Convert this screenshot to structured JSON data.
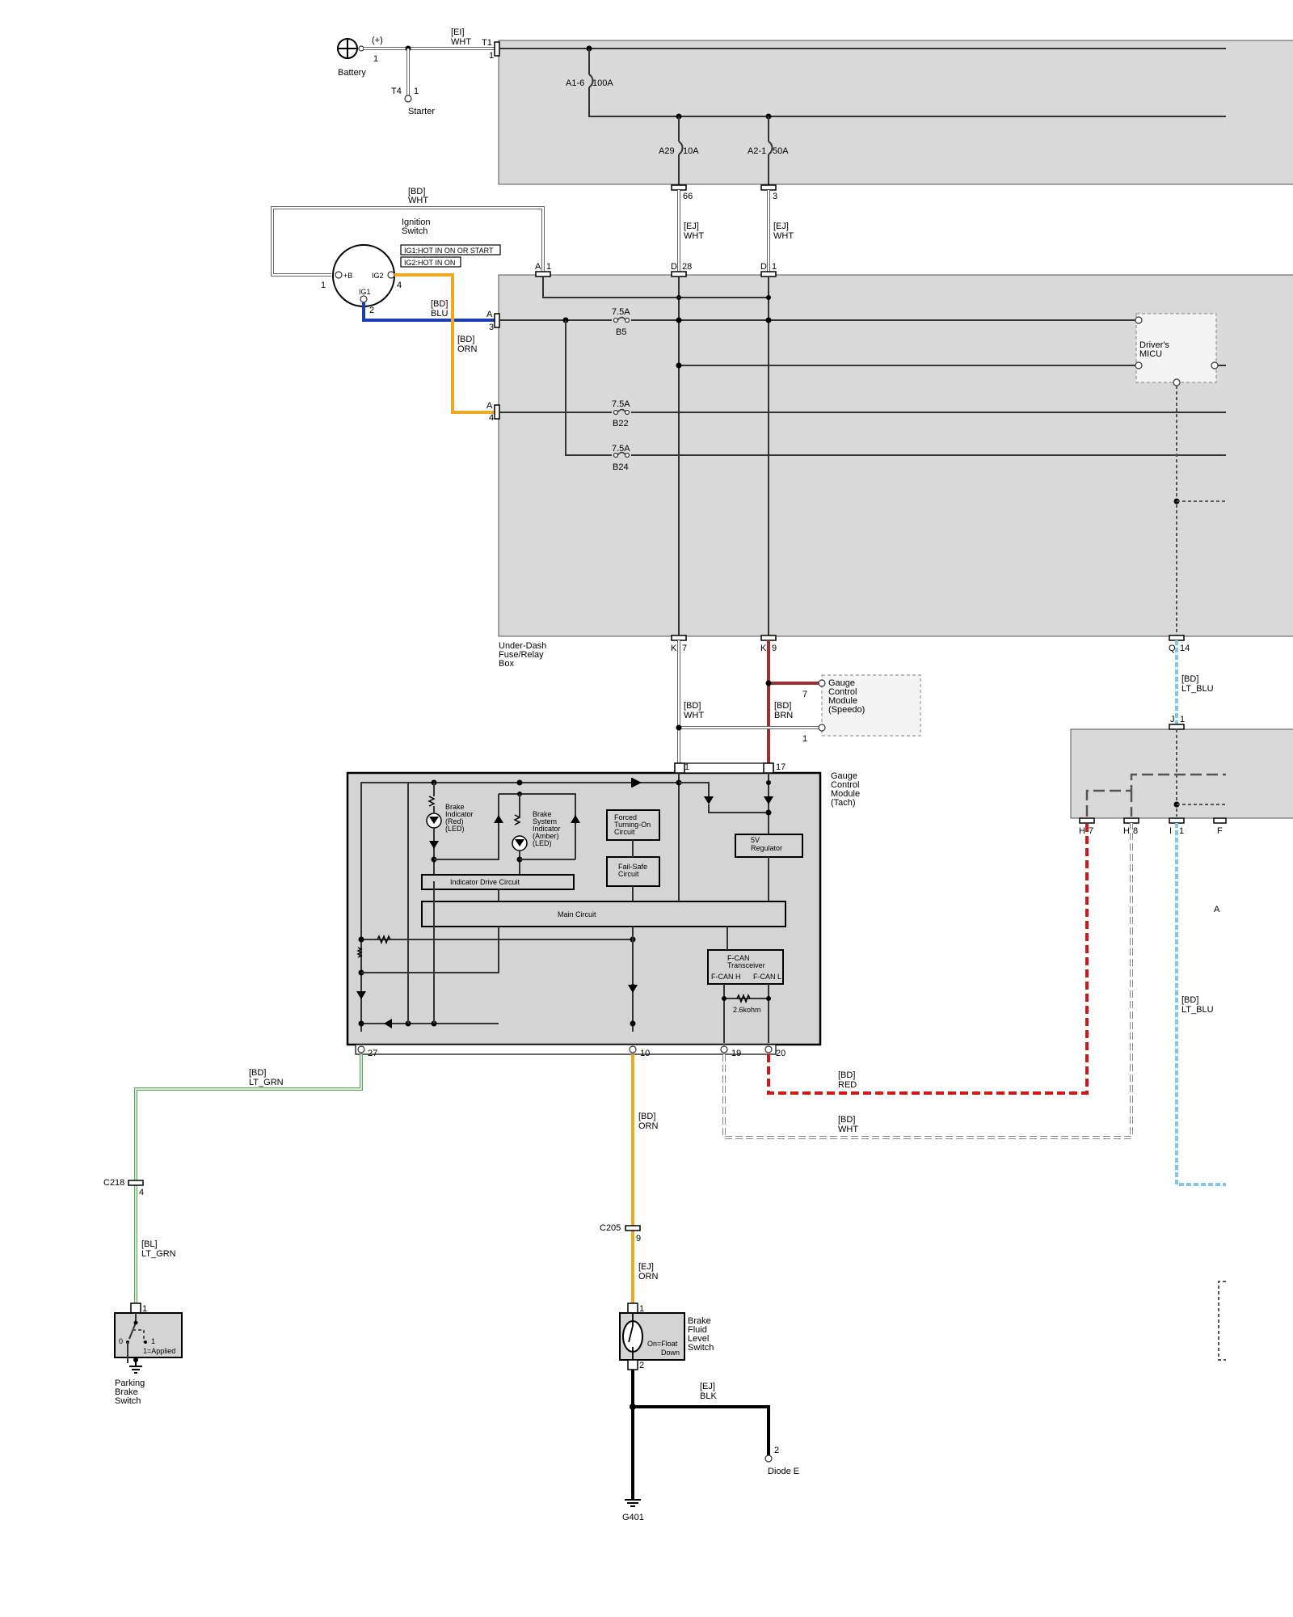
{
  "top": {
    "battery_label": "Battery",
    "battery_plus": "(+)",
    "battery_pin": "1",
    "starter_conn": "T4",
    "starter_pin": "1",
    "starter_label": "Starter",
    "ei_wire_code": "[EI]",
    "ei_wire_color": "WHT",
    "t1_conn": "T1",
    "t1_pin": "1"
  },
  "fuses": {
    "a16": "A1-6",
    "a16_rating": "100A",
    "a29": "A29",
    "a29_rating": "10A",
    "a21": "A2-1",
    "a21_rating": "50A",
    "pin66": "66",
    "pin3": "3",
    "b5_rating": "7.5A",
    "b5": "B5",
    "b22_rating": "7.5A",
    "b22": "B22",
    "b24_rating": "7.5A",
    "b24": "B24"
  },
  "ignition": {
    "loop_code": "[BD]",
    "loop_color": "WHT",
    "title1": "Ignition",
    "title2": "Switch",
    "legend1": "IG1:HOT IN ON OR START",
    "legend2": "IG2:HOT IN ON",
    "pin_b": "+B",
    "pin_ig2": "IG2",
    "pin_ig1": "IG1",
    "num1": "1",
    "num2": "2",
    "num4": "4",
    "blu_code": "[BD]",
    "blu_color": "BLU",
    "orn_code": "[BD]",
    "orn_color": "ORN"
  },
  "underdash": {
    "conn_a1_letter": "A",
    "conn_a1_pin": "1",
    "conn_d28_letter": "D",
    "conn_d28_pin": "28",
    "conn_d1_letter": "D",
    "conn_d1_pin": "1",
    "conn_a3_letter": "A",
    "conn_a3_pin": "3",
    "conn_a4_letter": "A",
    "conn_a4_pin": "4",
    "ej1_code": "[EJ]",
    "ej1_color": "WHT",
    "ej2_code": "[EJ]",
    "ej2_color": "WHT",
    "micu1": "Driver's",
    "micu2": "MICU",
    "label1": "Under-Dash",
    "label2": "Fuse/Relay",
    "label3": "Box",
    "k7_letter": "K",
    "k7_pin": "7",
    "k9_letter": "K",
    "k9_pin": "9",
    "q14_letter": "Q",
    "q14_pin": "14"
  },
  "speedo": {
    "line1": "Gauge",
    "line2": "Control",
    "line3": "Module",
    "line4": "(Speedo)",
    "pin7": "7",
    "pin1": "1",
    "wht_code": "[BD]",
    "wht_color": "WHT",
    "brn_code": "[BD]",
    "brn_color": "BRN"
  },
  "tach": {
    "line1": "Gauge",
    "line2": "Control",
    "line3": "Module",
    "line4": "(Tach)",
    "pin1": "1",
    "pin17": "17",
    "brake_red1": "Brake",
    "brake_red2": "Indicator",
    "brake_red3": "(Red)",
    "brake_red4": "(LED)",
    "brake_amb1": "Brake",
    "brake_amb2": "System",
    "brake_amb3": "Indicator",
    "brake_amb4": "(Amber)",
    "brake_amb5": "(LED)",
    "forced1": "Forced",
    "forced2": "Turning-On",
    "forced3": "Circuit",
    "failsafe1": "Fail-Safe",
    "failsafe2": "Circuit",
    "regulator1": "5V",
    "regulator2": "Regulator",
    "indicator_drive": "Indicator Drive Circuit",
    "main_circuit": "Main Circuit",
    "fcan1": "F-CAN",
    "fcan2": "Transceiver",
    "fcan_h": "F-CAN H",
    "fcan_l": "F-CAN L",
    "resistor": "2.6kohm",
    "pin27": "27",
    "pin10": "10",
    "pin19": "19",
    "pin20": "20"
  },
  "right_module": {
    "j_letter": "J",
    "j_pin": "1",
    "h7_letter": "H",
    "h7_pin": "7",
    "h8_letter": "H",
    "h8_pin": "8",
    "i1_letter": "I",
    "i1_pin": "1",
    "f_letter": "F",
    "a_letter": "A",
    "ltblu1_code": "[BD]",
    "ltblu1_color": "LT_BLU",
    "ltblu2_code": "[BD]",
    "ltblu2_color": "LT_BLU"
  },
  "lower_wires": {
    "ltgrn_code": "[BD]",
    "ltgrn_color": "LT_GRN",
    "red_code": "[BD]",
    "red_color": "RED",
    "wht_code": "[BD]",
    "wht_color": "WHT",
    "orn_code": "[BD]",
    "orn_color": "ORN",
    "c218": "C218",
    "c218_pin": "4",
    "bl_code": "[BL]",
    "bl_color": "LT_GRN",
    "c205": "C205",
    "c205_pin": "9",
    "ej_code": "[EJ]",
    "ej_color": "ORN",
    "blk_code": "[EJ]",
    "blk_color": "BLK"
  },
  "parking_brake": {
    "pin1": "1",
    "pos0": "0",
    "pos1": "1",
    "applied": "1=Applied",
    "label1": "Parking",
    "label2": "Brake",
    "label3": "Switch"
  },
  "fluid_switch": {
    "pin1": "1",
    "pin2": "2",
    "on1": "On=Float",
    "on2": "Down",
    "label1": "Brake",
    "label2": "Fluid",
    "label3": "Level",
    "label4": "Switch"
  },
  "ground": {
    "diode_pin": "2",
    "diode_label": "Diode E",
    "g401": "G401"
  }
}
